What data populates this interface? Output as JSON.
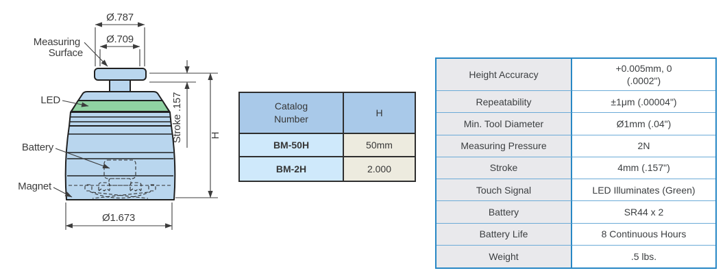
{
  "diagram": {
    "labels": {
      "measuring_surface_1": "Measuring",
      "measuring_surface_2": "Surface",
      "led": "LED",
      "battery": "Battery",
      "magnet": "Magnet"
    },
    "dimensions": {
      "top_outer": "Ø.787",
      "top_inner": "Ø.709",
      "stroke": "Stroke .157",
      "height": "H",
      "base": "Ø1.673"
    },
    "colors": {
      "body_fill": "#b9d6ee",
      "led_fill": "#90d2a2",
      "outline": "#202020"
    }
  },
  "catalog_table": {
    "headers": [
      "Catalog\nNumber",
      "H"
    ],
    "rows": [
      {
        "catalog_number": "BM-50H",
        "h": "50mm"
      },
      {
        "catalog_number": "BM-2H",
        "h": "2.000"
      }
    ]
  },
  "spec_table": {
    "rows": [
      {
        "label": "Height Accuracy",
        "value": "+0.005mm, 0\n(.0002\")"
      },
      {
        "label": "Repeatability",
        "value": "±1μm (.00004\")"
      },
      {
        "label": "Min. Tool Diameter",
        "value": "Ø1mm (.04\")"
      },
      {
        "label": "Measuring Pressure",
        "value": "2N"
      },
      {
        "label": "Stroke",
        "value": "4mm (.157\")"
      },
      {
        "label": "Touch Signal",
        "value": "LED Illuminates (Green)"
      },
      {
        "label": "Battery",
        "value": "SR44 x 2"
      },
      {
        "label": "Battery Life",
        "value": "8 Continuous Hours"
      },
      {
        "label": "Weight",
        "value": ".5 lbs."
      }
    ]
  }
}
